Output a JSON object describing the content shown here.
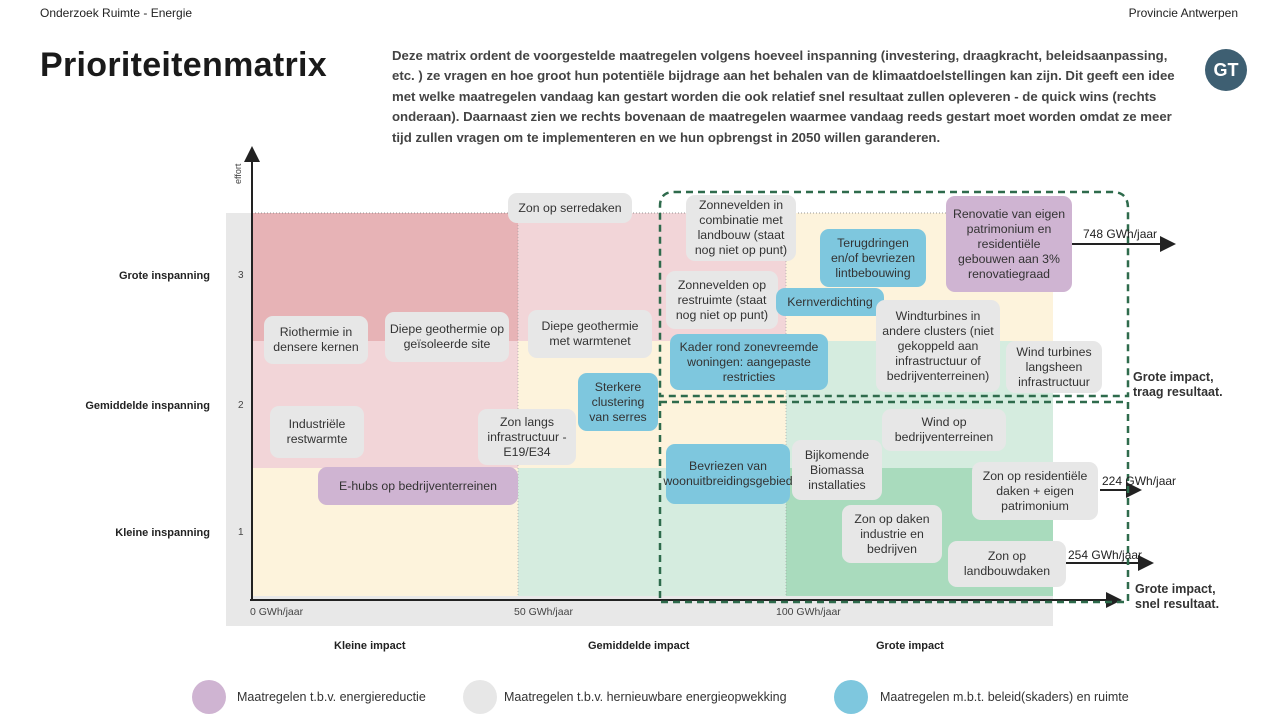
{
  "header": {
    "left": "Onderzoek Ruimte - Energie",
    "right": "Provincie Antwerpen"
  },
  "title": "Prioriteitenmatrix",
  "intro": "Deze matrix ordent de voorgestelde maatregelen volgens hoeveel inspanning (investering, draagkracht, beleidsaanpassing, etc. ) ze vragen en hoe groot hun potentiële bijdrage aan het behalen van de klimaatdoelstellingen kan zijn. Dit geeft een idee met welke maatregelen vandaag kan gestart worden die ook relatief snel resultaat zullen opleveren - de quick wins (rechts onderaan). Daarnaast zien we rechts bovenaan de maatregelen waarmee vandaag reeds gestart moet worden omdat ze meer tijd zullen vragen om te implementeren en we hun opbrengst in 2050 willen garanderen.",
  "logo": "GT",
  "colors": {
    "purple": "#cfb4d2",
    "grey": "#e7e7e7",
    "blue": "#7ec7de",
    "zone_red_dark": "#e7b3b6",
    "zone_red_light": "#f2d5d8",
    "zone_yellow": "#fdf3dc",
    "zone_green_light": "#d5ecdf",
    "zone_green_dark": "#a9dbbd",
    "dash": "#2e6b4c"
  },
  "axes": {
    "y_title": "effort",
    "y_levels": [
      {
        "label": "Grote inspanning",
        "num": "3"
      },
      {
        "label": "Gemiddelde inspanning",
        "num": "2"
      },
      {
        "label": "Kleine inspanning",
        "num": "1"
      }
    ],
    "x_ticks": [
      "0 GWh/jaar",
      "50 GWh/jaar",
      "100 GWh/jaar"
    ],
    "x_labels": [
      "Kleine impact",
      "Gemiddelde impact",
      "Grote impact"
    ]
  },
  "measures": [
    {
      "text": "Zon op serredaken",
      "cat": "g"
    },
    {
      "text": "Zonnevelden in combinatie met landbouw (staat nog niet op punt)",
      "cat": "g"
    },
    {
      "text": "Terugdringen en/of bevriezen lintbebouwing",
      "cat": "b"
    },
    {
      "text": "Renovatie van eigen patrimonium en residentiële gebouwen aan 3% renovatiegraad",
      "cat": "p"
    },
    {
      "text": "Zonnevelden op restruimte (staat nog niet op punt)",
      "cat": "g"
    },
    {
      "text": "Kernverdichting",
      "cat": "b"
    },
    {
      "text": "Windturbines in andere clusters (niet gekoppeld aan infrastructuur of bedrijventerreinen)",
      "cat": "g"
    },
    {
      "text": "Riothermie in densere kernen",
      "cat": "g"
    },
    {
      "text": "Diepe geothermie op geïsoleerde site",
      "cat": "g"
    },
    {
      "text": "Diepe geothermie met warmtenet",
      "cat": "g"
    },
    {
      "text": "Kader rond zonevreemde woningen: aangepaste restricties",
      "cat": "b"
    },
    {
      "text": "Wind turbines langsheen infrastructuur",
      "cat": "g"
    },
    {
      "text": "Sterkere clustering van serres",
      "cat": "b"
    },
    {
      "text": "Industriële restwarmte",
      "cat": "g"
    },
    {
      "text": "Zon langs infrastructuur - E19/E34",
      "cat": "g"
    },
    {
      "text": "Wind op bedrijventerreinen",
      "cat": "g"
    },
    {
      "text": "Bevriezen van woonuitbreidingsgebied",
      "cat": "b"
    },
    {
      "text": "Bijkomende Biomassa installaties",
      "cat": "g"
    },
    {
      "text": "Zon op residentiële daken + eigen patrimonium",
      "cat": "g"
    },
    {
      "text": "E-hubs op bedrijventerreinen",
      "cat": "p"
    },
    {
      "text": "Zon op daken industrie en bedrijven",
      "cat": "g"
    },
    {
      "text": "Zon op landbouwdaken",
      "cat": "g"
    }
  ],
  "arrows": {
    "top": "748 GWh/jaar",
    "mid": "224 GWh/jaar",
    "bot": "254 GWh/jaar"
  },
  "side_labels": {
    "slow": "Grote impact, traag resultaat.",
    "fast": "Grote impact, snel resultaat."
  },
  "legend": [
    {
      "text": "Maatregelen t.b.v. energiereductie",
      "color": "#cfb4d2"
    },
    {
      "text": "Maatregelen t.b.v. hernieuwbare energieopwekking",
      "color": "#e7e7e7"
    },
    {
      "text": "Maatregelen m.b.t. beleid(skaders) en ruimte",
      "color": "#7ec7de"
    }
  ]
}
